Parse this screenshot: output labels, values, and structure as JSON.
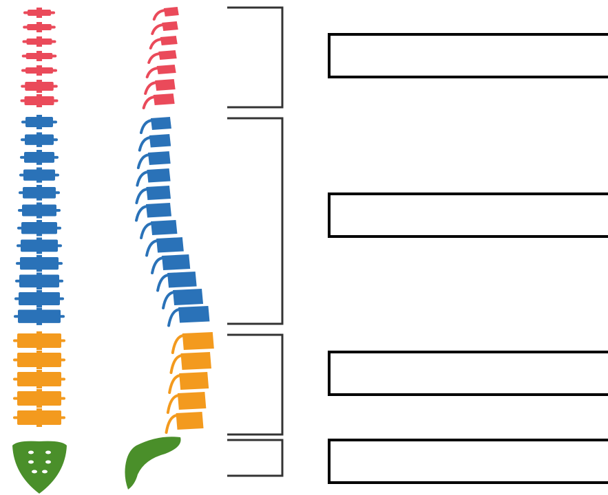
{
  "diagram": {
    "colors": {
      "cervical": "#ea4a5a",
      "thoracic": "#2a72b8",
      "lumbar": "#f39a1e",
      "sacral": "#4a8f2a",
      "bracket": "#333333",
      "box_border": "#000000"
    },
    "regions": [
      {
        "id": "cervical",
        "vertebrae": 7,
        "answer": ""
      },
      {
        "id": "thoracic",
        "vertebrae": 12,
        "answer": ""
      },
      {
        "id": "lumbar",
        "vertebrae": 5,
        "answer": ""
      },
      {
        "id": "sacral",
        "vertebrae": 1,
        "answer": ""
      }
    ]
  }
}
